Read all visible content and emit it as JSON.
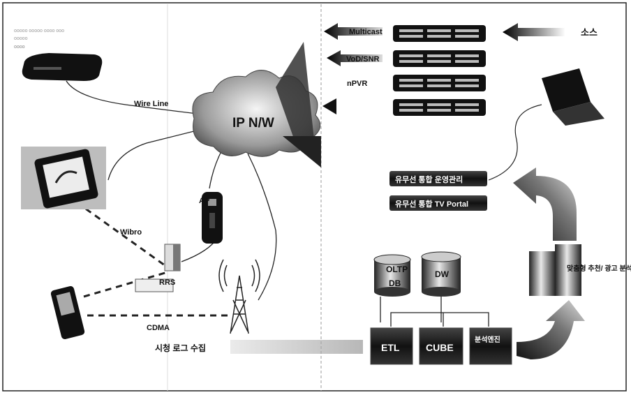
{
  "header": {
    "tiny_line1": "ooooo ooooo oooo ooo",
    "tiny_line2": "ooooo",
    "tiny_line3": "oooo"
  },
  "network": {
    "cloud_label": "IP N/W",
    "wire_line_label": "Wire Line",
    "wibro_label": "Wibro",
    "ap_label": "AP",
    "rrs_label": "RRS",
    "cdma_label": "CDMA",
    "collect_label": "시청 로그 수집"
  },
  "servers": {
    "source_label": "소스",
    "multicast_label": "Multicast",
    "vod_label": "VoD/SNR",
    "npvr_label": "nPVR"
  },
  "portal": {
    "mgmt_label": "유무선 통합 운영관리",
    "tv_portal_label": "유무선 통합 TV Portal"
  },
  "analytics": {
    "olt_label": "OLTP",
    "db_label": "DB",
    "dw_label": "DW",
    "etl_label": "ETL",
    "cube_label": "CUBE",
    "third_label": "분석엔진",
    "right_label": "맞춤형 추천/ 광고 분석"
  }
}
